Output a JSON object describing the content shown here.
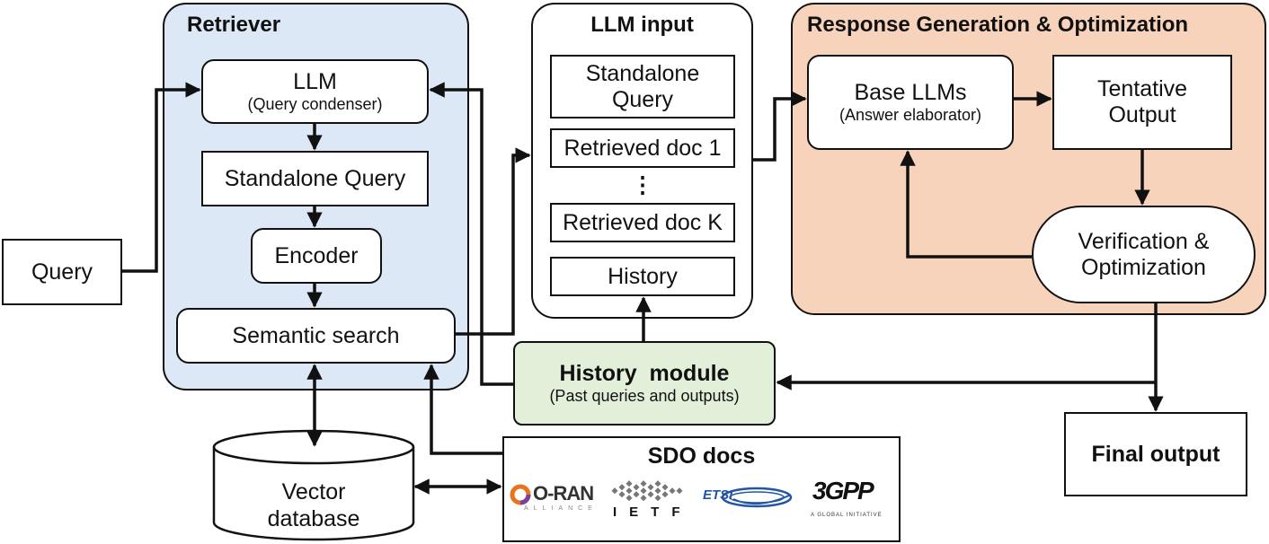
{
  "query": {
    "label": "Query"
  },
  "retriever": {
    "title": "Retriever",
    "llm": {
      "label": "LLM",
      "sub": "(Query condenser)"
    },
    "standalone_query": "Standalone Query",
    "encoder": "Encoder",
    "semantic_search": "Semantic search"
  },
  "vector_db": {
    "line1": "Vector",
    "line2": "database"
  },
  "llm_input": {
    "title": "LLM input",
    "standalone_query": {
      "line1": "Standalone",
      "line2": "Query"
    },
    "doc1": "Retrieved doc 1",
    "ellipsis": "⋮",
    "docK": "Retrieved doc K",
    "history": "History"
  },
  "history_module": {
    "title": "History  module",
    "sub": "(Past queries and outputs)"
  },
  "sdo_docs": {
    "title": "SDO docs",
    "logos": [
      {
        "name": "O-RAN",
        "sub": "ALLIANCE"
      },
      {
        "name": "IETF"
      },
      {
        "name": "ETSI"
      },
      {
        "name": "3GPP",
        "sub": "A GLOBAL INITIATIVE"
      }
    ]
  },
  "response": {
    "title": "Response Generation & Optimization",
    "base_llms": {
      "label": "Base LLMs",
      "sub": "(Answer elaborator)"
    },
    "tentative": {
      "line1": "Tentative",
      "line2": "Output"
    },
    "verification": {
      "line1": "Verification &",
      "line2": "Optimization"
    }
  },
  "final_output": {
    "label": "Final output"
  },
  "colors": {
    "retriever_bg": "#dce8f5",
    "response_bg": "#f8d3bb",
    "history_bg": "#e3f0d9",
    "oran_orange": "#e8741e",
    "etsi_blue": "#2255a4",
    "ietf_gray": "#777777"
  }
}
